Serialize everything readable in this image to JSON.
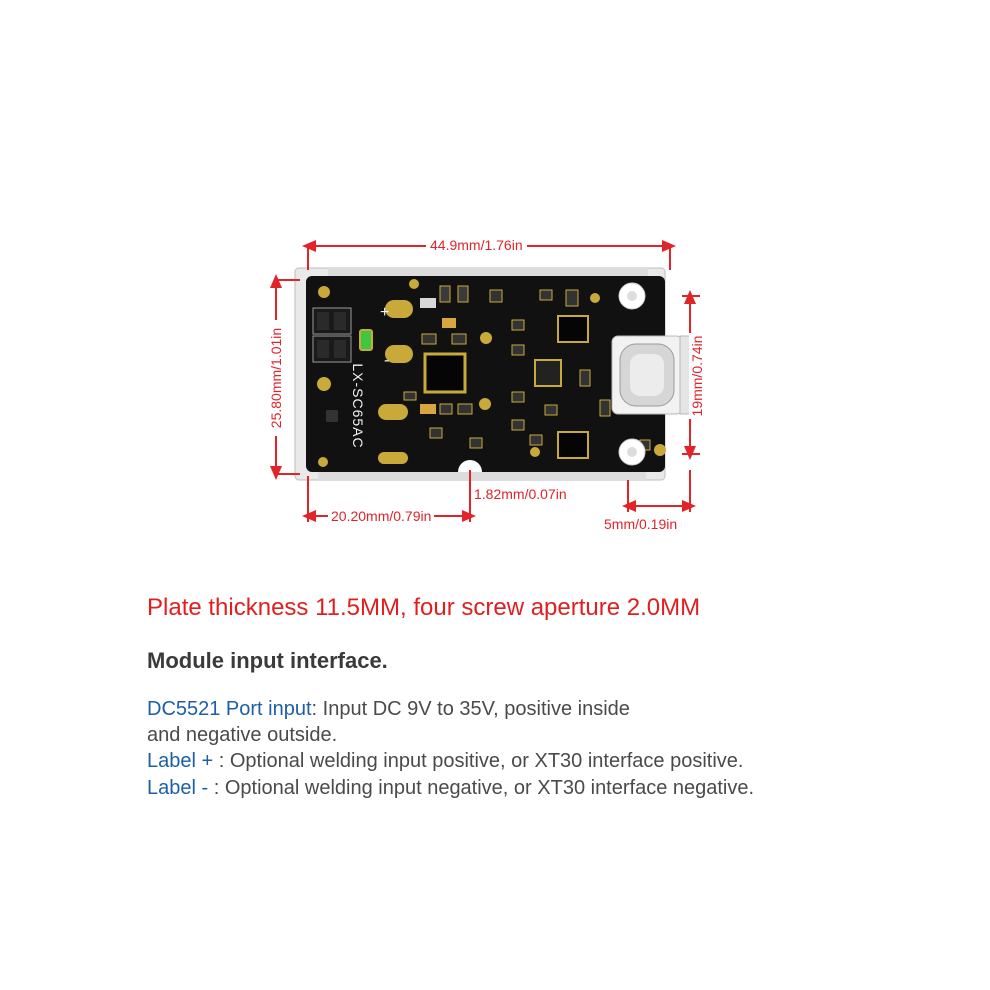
{
  "dimensions": {
    "width_top": "44.9mm/1.76in",
    "height_left": "25.80mm/1.01in",
    "height_right": "19mm/0.74in",
    "bottom_left": "20.20mm/0.79in",
    "bottom_middle": "1.82mm/0.07in",
    "bottom_right": "5mm/0.19in"
  },
  "board": {
    "model_text": "LX-SC65AC",
    "plus_mark": "+",
    "minus_mark": "-"
  },
  "headline": "Plate thickness 11.5MM, four screw aperture 2.0MM",
  "subheading": "Module input interface.",
  "descriptions": [
    {
      "label": "DC5521 Port input",
      "sep": ":",
      "text": " Input DC 9V to 35V, positive inside"
    },
    {
      "label": "",
      "sep": "",
      "text": "and negative outside."
    },
    {
      "label": "Label + ",
      "sep": ":",
      "text": " Optional welding input positive, or XT30 interface positive."
    },
    {
      "label": "Label - ",
      "sep": ":",
      "text": " Optional welding input negative, or XT30 interface negative."
    }
  ],
  "colors": {
    "dimension": "#e0242a",
    "headline": "#e02020",
    "label_blue": "#1d5fa6",
    "pcb": "#111111",
    "pad_gold": "#c9a93a"
  }
}
